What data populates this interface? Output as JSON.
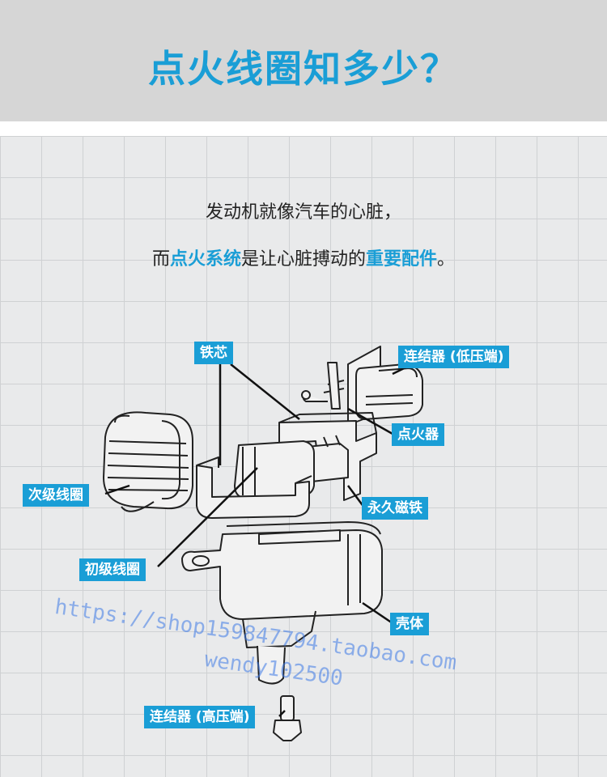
{
  "header": {
    "title": "点火线圈知多少？"
  },
  "intro": {
    "line1": "发动机就像汽车的心脏，",
    "line2_prefix": "而",
    "line2_hl1": "点火系统",
    "line2_mid": "是让心脏搏动的",
    "line2_hl2": "重要配件",
    "line2_suffix": "。"
  },
  "labels": {
    "iron_core": "铁芯",
    "connector_low": "连结器 (低压端)",
    "igniter": "点火器",
    "secondary_coil": "次级线圈",
    "permanent_magnet": "永久磁铁",
    "primary_coil": "初级线圈",
    "housing": "壳体",
    "connector_high": "连结器 (高压端)"
  },
  "watermark": {
    "line1": "https://shop159847794.taobao.com",
    "line2": "wendy102500"
  },
  "colors": {
    "accent": "#1a9ed6",
    "part_fill": "#f2f2f2",
    "outline": "#222222"
  }
}
